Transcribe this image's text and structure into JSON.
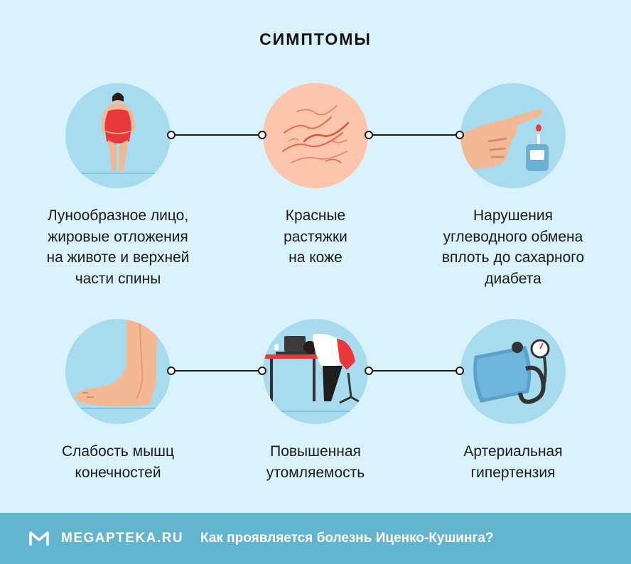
{
  "title": "СИМПТОМЫ",
  "symptoms": [
    {
      "caption": "Лунообразное лицо,\nжировые отложения\nна животе и верхней\nчасти спины",
      "icon": "obese-woman-icon"
    },
    {
      "caption": "Красные\nрастяжки\nна коже",
      "icon": "skin-stretch-marks-icon"
    },
    {
      "caption": "Нарушения\nуглеводного обмена\nвплоть до сахарного\nдиабета",
      "icon": "glucometer-icon"
    },
    {
      "caption": "Слабость мышц\nконечностей",
      "icon": "foot-icon"
    },
    {
      "caption": "Повышенная\nутомляемость",
      "icon": "tired-person-at-desk-icon"
    },
    {
      "caption": "Артериальная\nгипертензия",
      "icon": "blood-pressure-monitor-icon"
    }
  ],
  "footer": {
    "logo_text": "MEGAPTEKA.RU",
    "caption": "Как проявляется болезнь Иценко-Кушинга?"
  },
  "colors": {
    "background": "#d9f2fc",
    "circle": "#a9dbef",
    "footer": "#63b4cf",
    "text": "#1a1a1a"
  }
}
